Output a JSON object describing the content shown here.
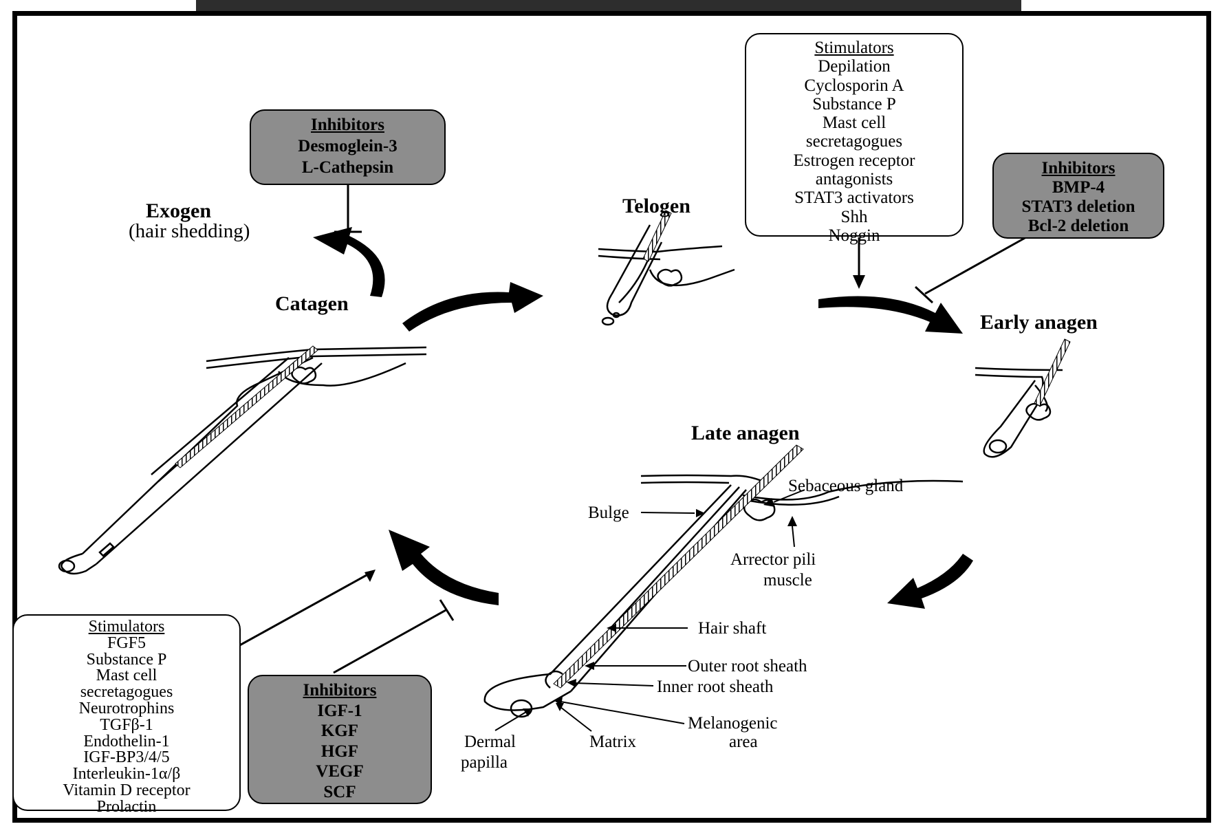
{
  "stages": {
    "exogen": "Exogen",
    "exogen_note": "(hair shedding)",
    "catagen": "Catagen",
    "telogen": "Telogen",
    "early_anagen": "Early anagen",
    "late_anagen": "Late anagen"
  },
  "boxes": {
    "catagen_inhibitors": {
      "header": "Inhibitors",
      "items": [
        "Desmoglein-3",
        "L-Cathepsin"
      ]
    },
    "telogen_stimulators": {
      "header": "Stimulators",
      "items": [
        "Depilation",
        "Cyclosporin A",
        "Substance P",
        "Mast cell",
        "secretagogues",
        "Estrogen receptor",
        "antagonists",
        "STAT3 activators",
        "Shh",
        "Noggin"
      ]
    },
    "anagen_inhibitors": {
      "header": "Inhibitors",
      "items": [
        "BMP-4",
        "STAT3 deletion",
        "Bcl-2 deletion"
      ]
    },
    "catagen_stimulators": {
      "header": "Stimulators",
      "items": [
        "FGF5",
        "Substance P",
        "Mast cell",
        "secretagogues",
        "Neurotrophins",
        "TGFβ-1",
        "Endothelin-1",
        "IGF-BP3/4/5",
        "Interleukin-1α/β",
        "Vitamin D receptor",
        "Prolactin"
      ]
    },
    "late_inhibitors": {
      "header": "Inhibitors",
      "items": [
        "IGF-1",
        "KGF",
        "HGF",
        "VEGF",
        "SCF"
      ]
    }
  },
  "anatomy": {
    "sebaceous_gland": "Sebaceous gland",
    "bulge": "Bulge",
    "arrector_pili_1": "Arrector pili",
    "arrector_pili_2": "muscle",
    "hair_shaft": "Hair shaft",
    "outer_root_sheath": "Outer root sheath",
    "inner_root_sheath": "Inner root sheath",
    "melanogenic_1": "Melanogenic",
    "melanogenic_2": "area",
    "dermal_papilla_1": "Dermal",
    "dermal_papilla_2": "papilla",
    "matrix": "Matrix"
  },
  "colors": {
    "gray_box": "#8d8d8d",
    "ink": "#000000"
  }
}
